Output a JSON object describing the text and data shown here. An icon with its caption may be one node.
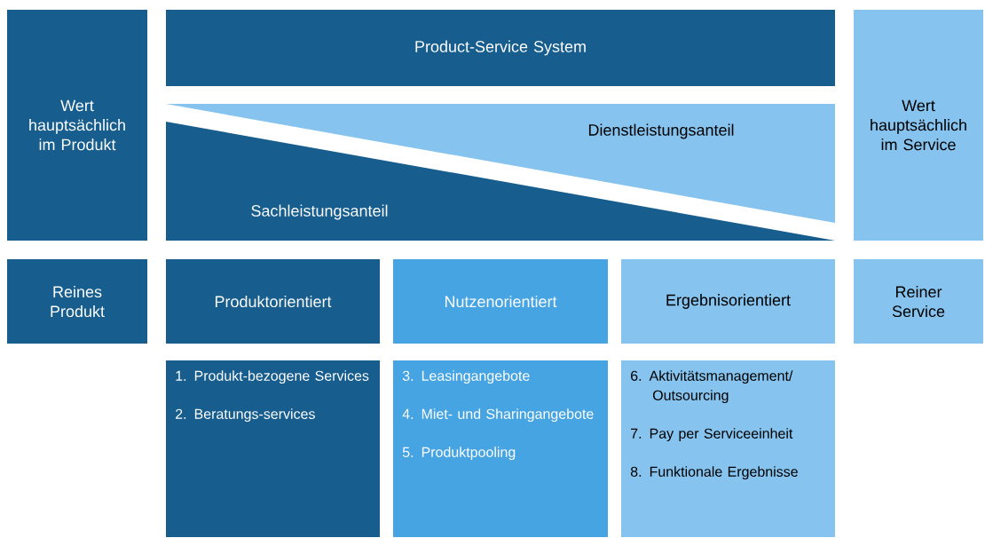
{
  "diagram": {
    "nodes": [
      {
        "text": [
          "Wert hauptsächlich im Produkt"
        ]
      },
      {
        "text": [
          "Product-Service System"
        ]
      },
      {
        "text": [
          "Dienstleistungsanteil"
        ]
      },
      {
        "text": [
          "Sachleistungsanteil"
        ]
      },
      {
        "text": [
          "Wert hauptsächlich im Service"
        ]
      },
      {
        "text": [
          "Reines Produkt"
        ]
      },
      {
        "text": [
          "Produktorientiert"
        ]
      },
      {
        "text": [
          "Nutzenorientiert"
        ]
      },
      {
        "text": [
          "Ergebnisorientiert"
        ]
      },
      {
        "text": [
          "Reiner Service"
        ]
      },
      {
        "text": [
          "1. Produkt-bezogene Services",
          "2. Beratungs-services"
        ]
      },
      {
        "text": [
          "3. Leasingangebote",
          "4. Miet- und Sharingangebote",
          "5. Produktpooling"
        ]
      },
      {
        "text": [
          "6. Aktivitätsmanagement/ Outsourcing",
          "7. Pay per Serviceeinheit",
          "8. Funktionale Ergebnisse"
        ]
      }
    ]
  }
}
